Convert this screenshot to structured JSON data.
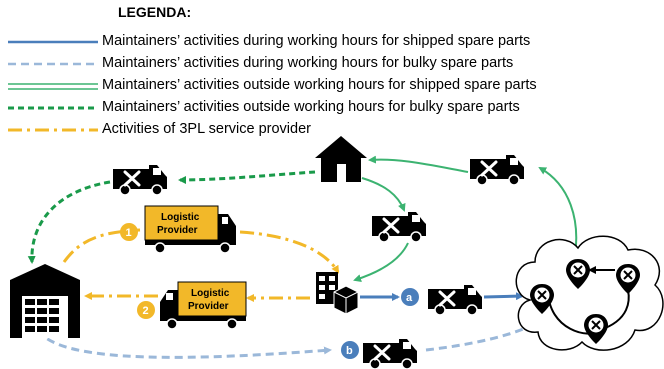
{
  "legend": {
    "title": "LEGENDA:",
    "items": [
      {
        "label": "Maintainers’ activities during working hours for shipped spare parts",
        "color": "#4a7ebb",
        "style": "solid"
      },
      {
        "label": "Maintainers’ activities during working hours for bulky spare parts",
        "color": "#9bb8d9",
        "style": "dashed"
      },
      {
        "label": "Maintainers’ activities outside working hours for shipped spare parts",
        "color": "#3cb371",
        "style": "double"
      },
      {
        "label": "Maintainers’ activities outside working hours for bulky spare parts",
        "color": "#1a9a4a",
        "style": "dashed"
      },
      {
        "label": "Activities of 3PL service provider",
        "color": "#f2b829",
        "style": "dash-dot"
      }
    ]
  },
  "trucks": {
    "truck1_label": "Logistic Provider",
    "truck2_label": "Logistic Provider"
  },
  "markers": {
    "one": "1",
    "two": "2",
    "a": "a",
    "b": "b"
  },
  "icons": {
    "warehouse": "warehouse-icon",
    "house": "house-icon",
    "factory": "factory-icon",
    "van": "van-icon",
    "truck": "truck-icon",
    "cloud": "cloud-icon",
    "pin": "map-pin-icon"
  }
}
